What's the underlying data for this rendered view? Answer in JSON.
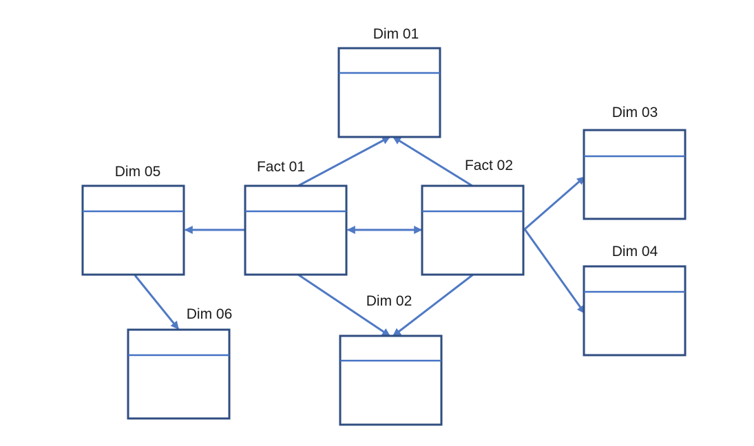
{
  "tables": [
    {
      "id": "dim01",
      "label": "Dim 01"
    },
    {
      "id": "dim02",
      "label": "Dim 02"
    },
    {
      "id": "dim03",
      "label": "Dim 03"
    },
    {
      "id": "dim04",
      "label": "Dim 04"
    },
    {
      "id": "dim05",
      "label": "Dim 05"
    },
    {
      "id": "dim06",
      "label": "Dim 06"
    },
    {
      "id": "fact01",
      "label": "Fact 01"
    },
    {
      "id": "fact02",
      "label": "Fact 02"
    }
  ],
  "relationships": [
    {
      "from": "fact01",
      "to": "dim01"
    },
    {
      "from": "fact02",
      "to": "dim01"
    },
    {
      "from": "fact01",
      "to": "dim02"
    },
    {
      "from": "fact02",
      "to": "dim02"
    },
    {
      "from": "fact02",
      "to": "dim03"
    },
    {
      "from": "fact02",
      "to": "dim04"
    },
    {
      "from": "fact01",
      "to": "dim05"
    },
    {
      "from": "dim05",
      "to": "dim06"
    },
    {
      "from": "fact01",
      "to": "fact02",
      "bidirectional": true
    }
  ],
  "colors": {
    "box_border": "#2f4d80",
    "divider": "#4472c4",
    "arrow": "#4f79c4"
  }
}
